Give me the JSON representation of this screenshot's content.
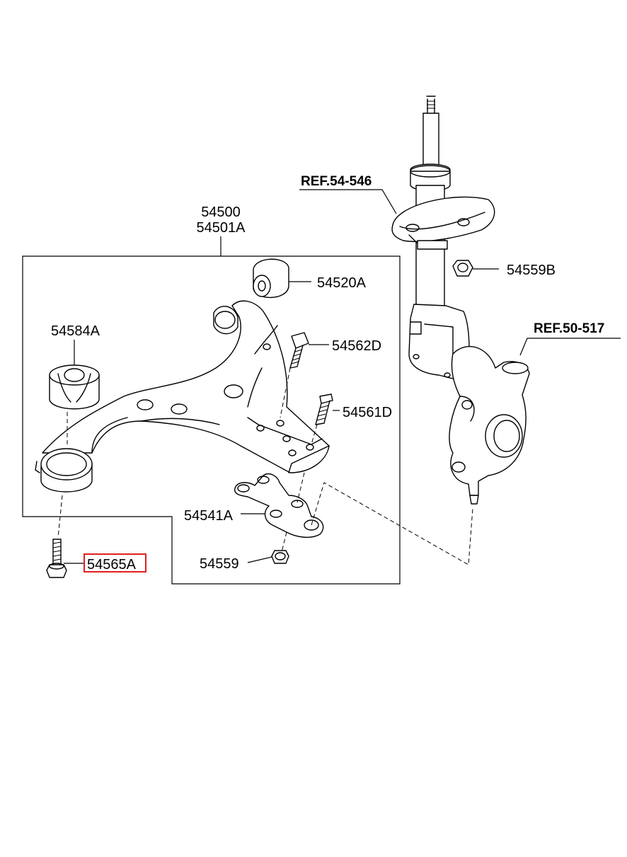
{
  "labels": {
    "assembly_a": "54500",
    "assembly_b": "54501A",
    "bushing_front": "54520A",
    "bushing_rear": "54584A",
    "bolt_d": "54562D",
    "bolt_d2": "54561D",
    "ball_joint": "54541A",
    "nut": "54559",
    "bolt_a": "54565A",
    "nut_b": "54559B",
    "ref_strut": "REF.54-546",
    "ref_knuckle": "REF.50-517"
  },
  "colors": {
    "line": "#000000",
    "highlight": "#e02020",
    "background": "#ffffff"
  }
}
